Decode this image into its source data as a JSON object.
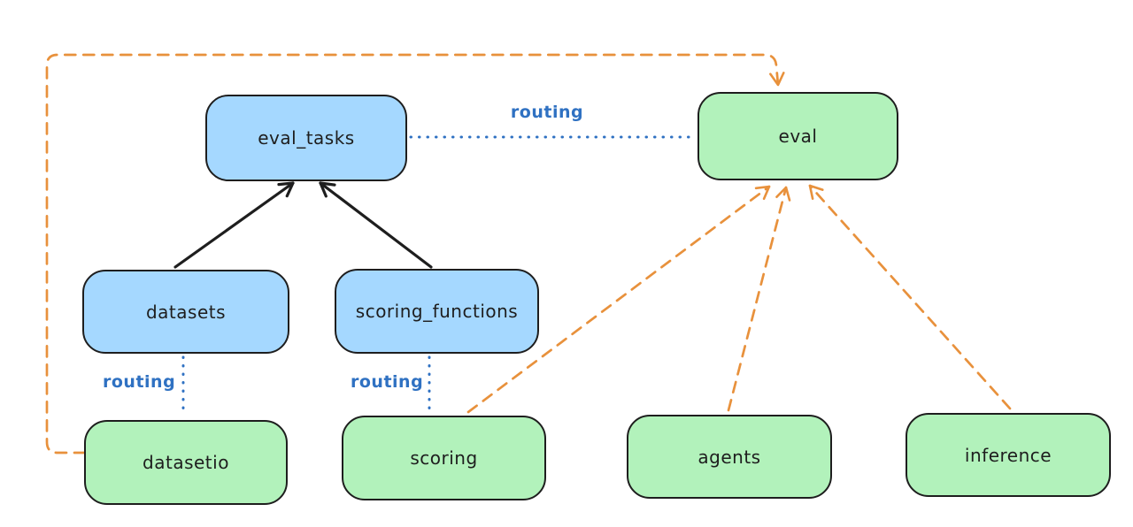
{
  "diagram": {
    "title": "",
    "nodes": {
      "eval_tasks": {
        "label": "eval_tasks",
        "kind": "resource",
        "fill": "#a5d8ff"
      },
      "eval": {
        "label": "eval",
        "kind": "api",
        "fill": "#b2f2bb"
      },
      "datasets": {
        "label": "datasets",
        "kind": "resource",
        "fill": "#a5d8ff"
      },
      "scoring_functions": {
        "label": "scoring_functions",
        "kind": "resource",
        "fill": "#a5d8ff"
      },
      "datasetio": {
        "label": "datasetio",
        "kind": "api",
        "fill": "#b2f2bb"
      },
      "scoring": {
        "label": "scoring",
        "kind": "api",
        "fill": "#b2f2bb"
      },
      "agents": {
        "label": "agents",
        "kind": "api",
        "fill": "#b2f2bb"
      },
      "inference": {
        "label": "inference",
        "kind": "api",
        "fill": "#b2f2bb"
      }
    },
    "edge_labels": [
      {
        "text": "routing"
      },
      {
        "text": "routing"
      },
      {
        "text": "routing"
      }
    ],
    "edges": [
      {
        "from": "datasets",
        "to": "eval_tasks",
        "style": "solid",
        "color": "#1e1e1e",
        "arrow": true,
        "label": ""
      },
      {
        "from": "scoring_functions",
        "to": "eval_tasks",
        "style": "solid",
        "color": "#1e1e1e",
        "arrow": true,
        "label": ""
      },
      {
        "from": "eval_tasks",
        "to": "eval",
        "style": "dotted",
        "color": "#2f71c2",
        "arrow": false,
        "label": "routing"
      },
      {
        "from": "datasets",
        "to": "datasetio",
        "style": "dotted",
        "color": "#2f71c2",
        "arrow": false,
        "label": "routing"
      },
      {
        "from": "scoring_functions",
        "to": "scoring",
        "style": "dotted",
        "color": "#2f71c2",
        "arrow": false,
        "label": "routing"
      },
      {
        "from": "scoring",
        "to": "eval",
        "style": "dashed",
        "color": "#e8913c",
        "arrow": true,
        "label": ""
      },
      {
        "from": "agents",
        "to": "eval",
        "style": "dashed",
        "color": "#e8913c",
        "arrow": true,
        "label": ""
      },
      {
        "from": "inference",
        "to": "eval",
        "style": "dashed",
        "color": "#e8913c",
        "arrow": true,
        "label": "",
        "route": "direct"
      },
      {
        "from": "datasetio",
        "to": "eval",
        "style": "dashed",
        "color": "#e8913c",
        "arrow": true,
        "label": "",
        "route": "around-left-and-top"
      }
    ],
    "colors": {
      "background": "#ffffff",
      "node_stroke": "#1e1e1e",
      "blue_fill": "#a5d8ff",
      "green_fill": "#b2f2bb",
      "orange_edge": "#e8913c",
      "routing_blue": "#2f71c2",
      "text": "#1e1e1e"
    }
  }
}
